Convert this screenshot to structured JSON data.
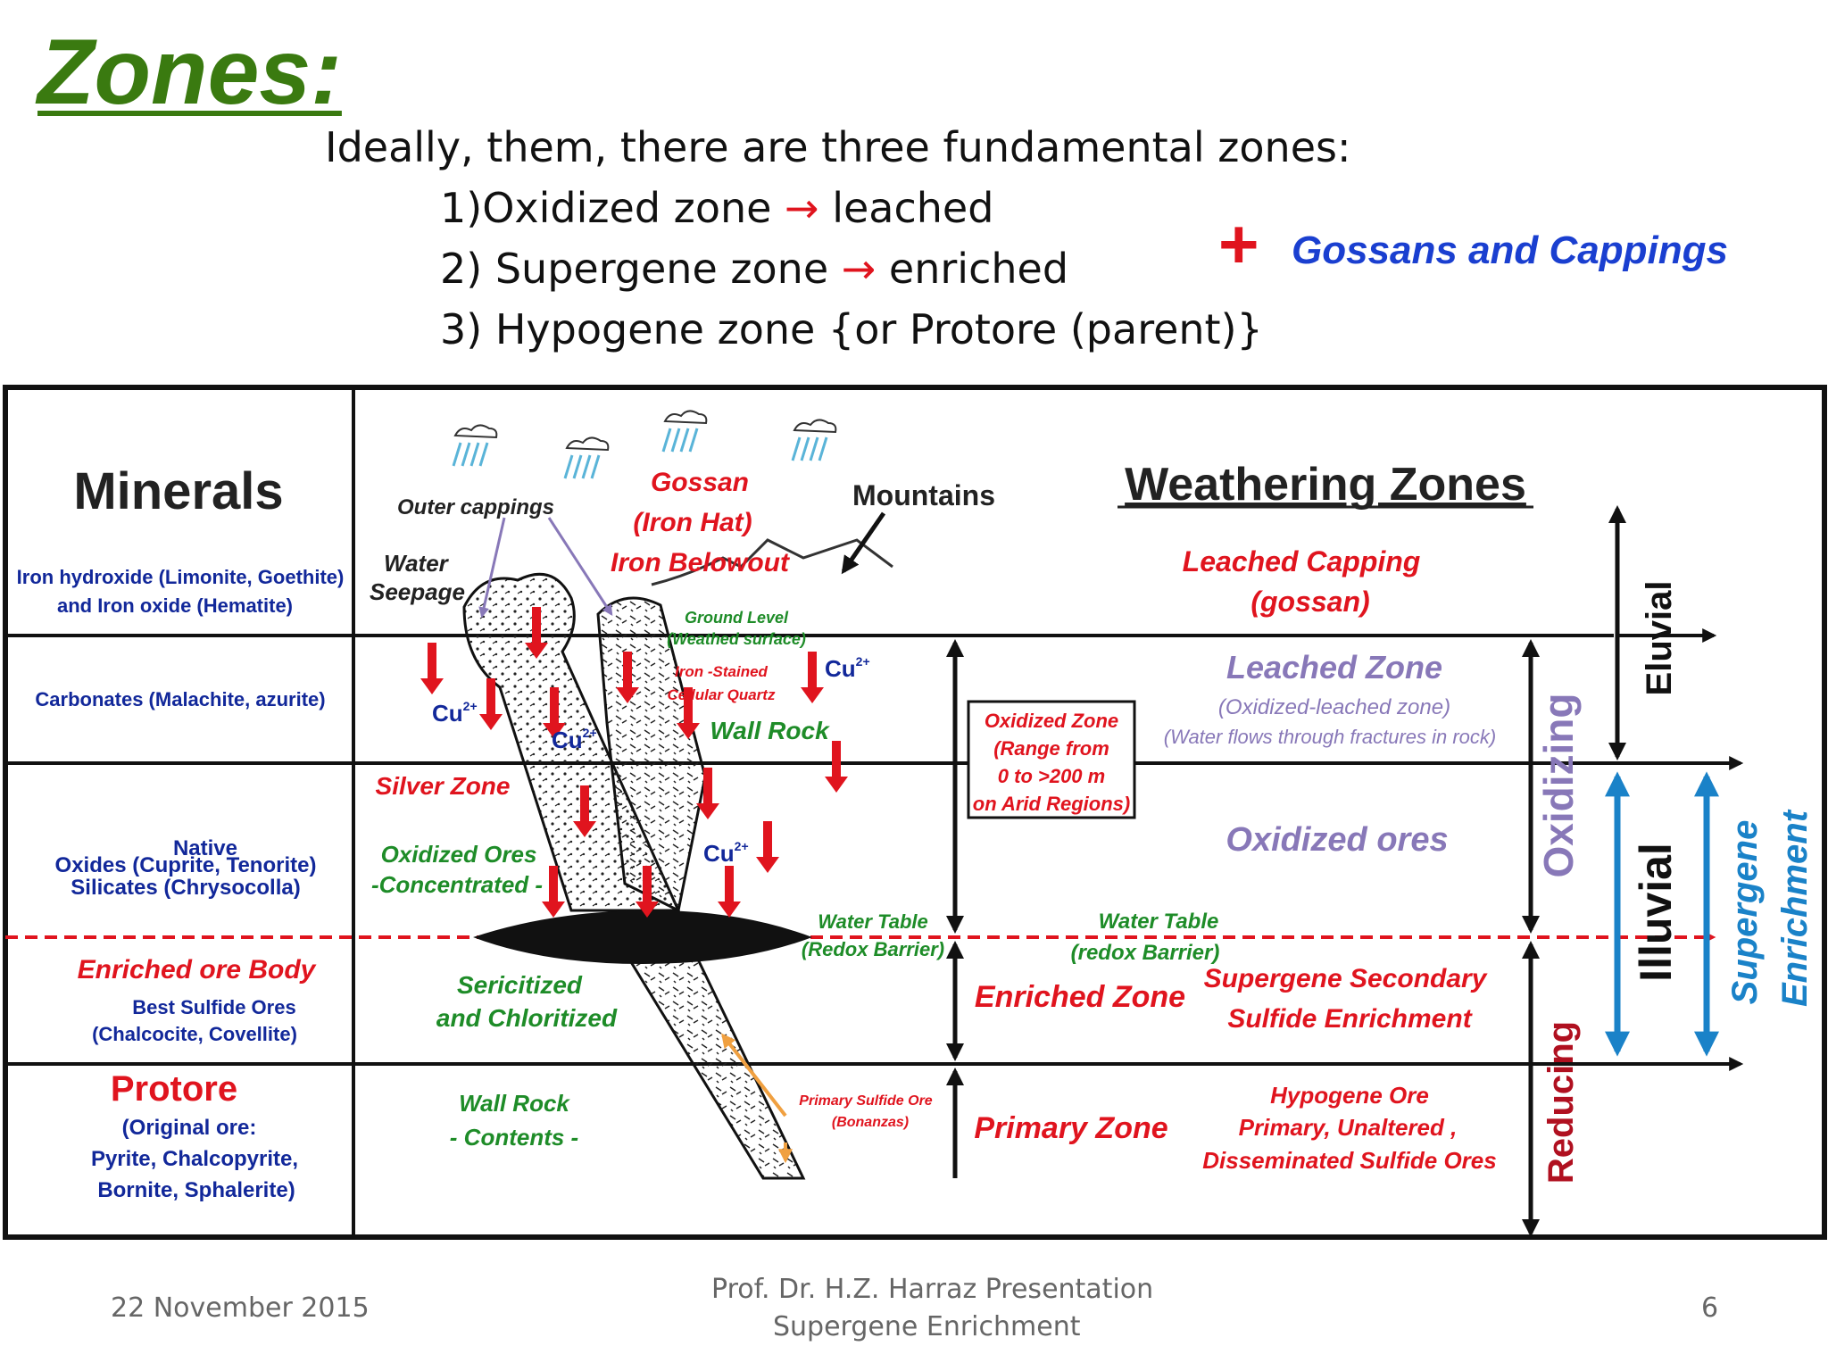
{
  "slide": {
    "title": "Zones:",
    "intro": "Ideally, them, there are three fundamental zones:",
    "zones": [
      {
        "prefix": "1)Oxidized zone",
        "arrow": "→",
        "suffix": "leached"
      },
      {
        "prefix": "2) Supergene zone",
        "arrow": "→",
        "suffix": "enriched"
      },
      {
        "prefix": "3) Hypogene zone {or Protore (parent)}",
        "arrow": "",
        "suffix": ""
      }
    ],
    "plus": "+",
    "note": "Gossans and Cappings"
  },
  "diagram": {
    "minerals": {
      "heading": "Minerals",
      "iron_1": "Iron hydroxide (Limonite, Goethite)",
      "iron_2": "and Iron oxide (Hematite)",
      "carbonates": "Carbonates (Malachite, azurite)",
      "native": "Native",
      "oxides": "Oxides (Cuprite, Tenorite)",
      "silicates": "Silicates (Chrysocolla)",
      "enriched_title": "Enriched ore Body",
      "enriched_1": "Best  Sulfide Ores",
      "enriched_2": "(Chalcocite, Covellite)",
      "protore_title": "Protore",
      "protore_1": "(Original ore:",
      "protore_2": "Pyrite, Chalcopyrite,",
      "protore_3": "Bornite, Sphalerite)"
    },
    "section": {
      "outer_cappings": "Outer cappings",
      "water": "Water",
      "seepage": "Seepage",
      "gossan": "Gossan",
      "iron_hat": "(Iron Hat)",
      "iron_belowout": "Iron Belowout",
      "mountains": "Mountains",
      "ground_level": "Ground Level",
      "weathed_surface": "(Weathed surface)",
      "iron_stained": "Iron -Stained",
      "cellular_quartz": "Cellular Quartz",
      "cu": "Cu",
      "cu_charge": "2+",
      "wall_rock": "Wall Rock",
      "silver_zone": "Silver Zone",
      "oxidized_ores": "Oxidized Ores",
      "concentrated": "-Concentrated -",
      "water_table": "Water Table",
      "redox_barrier": "(Redox Barrier)",
      "sericitized": "Sericitized",
      "chloritized": "and Chloritized",
      "wall_rock_2": "Wall Rock",
      "contents": "- Contents -",
      "primary_sulfide": "Primary Sulfide Ore",
      "bonanzas": "(Bonanzas)"
    },
    "range_box": [
      "Oxidized Zone",
      "(Range from",
      "0 to >200 m",
      "on Arid Regions)"
    ],
    "weathering": {
      "heading": "Weathering Zones",
      "leached_capping": "Leached  Capping",
      "gossan": "(gossan)",
      "leached_zone": "Leached Zone",
      "oxidized_leached": "(Oxidized-leached zone)",
      "water_flows": "(Water flows through fractures in rock)",
      "oxidized_ores": "Oxidized ores",
      "water_table": "Water Table",
      "redox_barrier": "(redox Barrier)",
      "enriched_zone": "Enriched Zone",
      "supergene_secondary": "Supergene Secondary",
      "sulfide_enrichment": "Sulfide Enrichment",
      "primary_zone": "Primary Zone",
      "hypogene_ore": "Hypogene Ore",
      "primary_unaltered": "Primary, Unaltered ,",
      "disseminated": "Disseminated Sulfide Ores"
    },
    "vertical_labels": {
      "oxidizing": "Oxidizing",
      "reducing": "Reducing",
      "eluvial": "Eluvial",
      "illuvial": "Illuvial",
      "supergene": "Supergene",
      "enrichment": "Enrichment"
    },
    "colors": {
      "red": "#e0141e",
      "navy": "#12289a",
      "green": "#1e8c28",
      "lavender": "#8878b8",
      "blue": "#1a82c8",
      "black": "#111111"
    }
  },
  "footer": {
    "date": "22 November 2015",
    "author": "Prof. Dr. H.Z. Harraz Presentation",
    "topic": "Supergene Enrichment",
    "page": "6"
  }
}
